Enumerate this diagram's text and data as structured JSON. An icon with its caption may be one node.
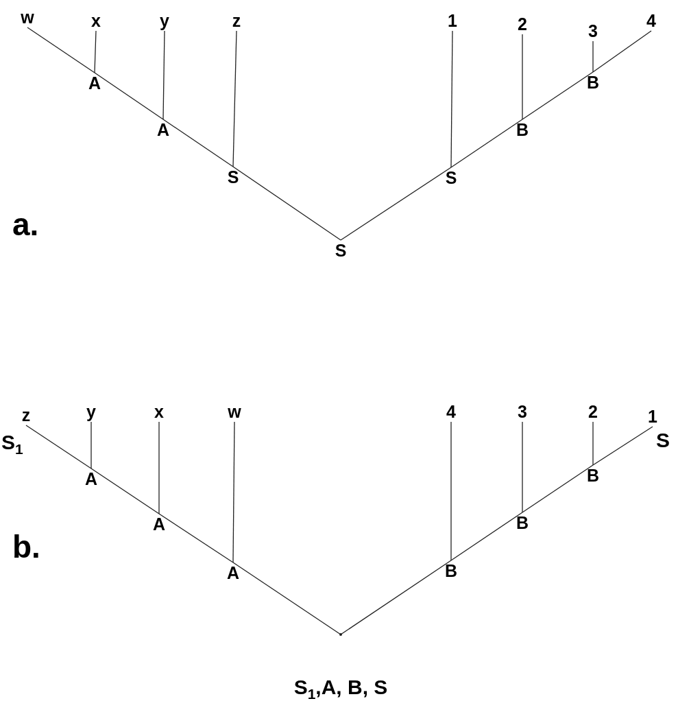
{
  "diagram": {
    "nodes": [
      {
        "text": [
          "w"
        ]
      },
      {
        "text": [
          "x"
        ]
      },
      {
        "text": [
          "y"
        ]
      },
      {
        "text": [
          "z"
        ]
      },
      {
        "text": [
          "1"
        ]
      },
      {
        "text": [
          "2"
        ]
      },
      {
        "text": [
          "3"
        ]
      },
      {
        "text": [
          "4"
        ]
      },
      {
        "text": [
          "A"
        ]
      },
      {
        "text": [
          "A"
        ]
      },
      {
        "text": [
          "S"
        ]
      },
      {
        "text": [
          "S"
        ]
      },
      {
        "text": [
          "B"
        ]
      },
      {
        "text": [
          "B"
        ]
      },
      {
        "text": [
          "S"
        ]
      },
      {
        "text": [
          "z"
        ],
        "beside": [
          "S$_{1}$"
        ]
      },
      {
        "text": [
          "y"
        ]
      },
      {
        "text": [
          "x"
        ]
      },
      {
        "text": [
          "w"
        ]
      },
      {
        "text": [
          "4"
        ]
      },
      {
        "text": [
          "3"
        ]
      },
      {
        "text": [
          "2"
        ]
      },
      {
        "text": [
          "1"
        ],
        "beside": [
          "S"
        ]
      },
      {
        "text": [
          "A"
        ]
      },
      {
        "text": [
          "A"
        ]
      },
      {
        "text": [
          "A"
        ]
      },
      {
        "text": [
          "B"
        ]
      },
      {
        "text": [
          "B"
        ]
      },
      {
        "text": [
          "B"
        ]
      },
      {
        "text": [],
        "shape": "point"
      }
    ],
    "edges": [
      {
        "from": 0,
        "to": 8,
        "arrow": "none"
      },
      {
        "from": 1,
        "to": 8,
        "arrow": "none"
      },
      {
        "from": 8,
        "to": 9,
        "arrow": "none"
      },
      {
        "from": 2,
        "to": 9,
        "arrow": "none"
      },
      {
        "from": 9,
        "to": 10,
        "arrow": "none"
      },
      {
        "from": 3,
        "to": 10,
        "arrow": "none"
      },
      {
        "from": 10,
        "to": 14,
        "arrow": "none"
      },
      {
        "from": 14,
        "to": 11,
        "arrow": "none"
      },
      {
        "from": 11,
        "to": 12,
        "arrow": "none"
      },
      {
        "from": 4,
        "to": 11,
        "arrow": "none"
      },
      {
        "from": 12,
        "to": 13,
        "arrow": "none"
      },
      {
        "from": 5,
        "to": 12,
        "arrow": "none"
      },
      {
        "from": 13,
        "to": 7,
        "arrow": "none"
      },
      {
        "from": 6,
        "to": 13,
        "arrow": "none"
      },
      {
        "from": 15,
        "to": 23,
        "arrow": "none"
      },
      {
        "from": 16,
        "to": 23,
        "arrow": "none"
      },
      {
        "from": 23,
        "to": 24,
        "arrow": "none"
      },
      {
        "from": 17,
        "to": 24,
        "arrow": "none"
      },
      {
        "from": 24,
        "to": 25,
        "arrow": "none"
      },
      {
        "from": 18,
        "to": 25,
        "arrow": "none"
      },
      {
        "from": 25,
        "to": 29,
        "arrow": "none"
      },
      {
        "from": 29,
        "to": 26,
        "arrow": "none"
      },
      {
        "from": 26,
        "to": 27,
        "arrow": "none"
      },
      {
        "from": 19,
        "to": 26,
        "arrow": "none"
      },
      {
        "from": 27,
        "to": 28,
        "arrow": "none"
      },
      {
        "from": 20,
        "to": 27,
        "arrow": "none"
      },
      {
        "from": 28,
        "to": 22,
        "arrow": "none"
      },
      {
        "from": 21,
        "to": 28,
        "arrow": "none"
      }
    ],
    "labels": [
      "a.",
      "b.",
      "S$_{1}$,A, B, S"
    ]
  }
}
